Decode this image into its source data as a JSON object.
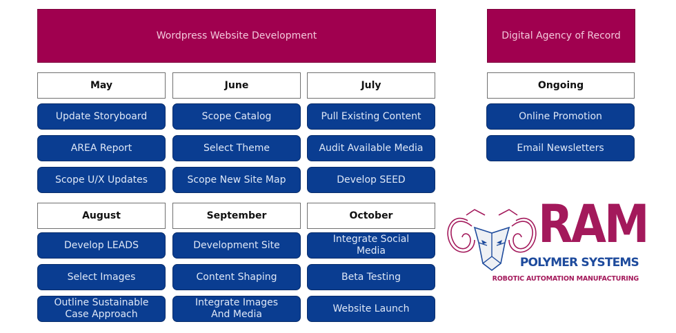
{
  "banners": {
    "main": "Wordpress Website Development",
    "side": "Digital Agency of Record"
  },
  "months": {
    "row1": [
      "May",
      "June",
      "July"
    ],
    "row2": [
      "August",
      "September",
      "October"
    ],
    "ongoing": "Ongoing"
  },
  "tasks": {
    "may": [
      "Update Storyboard",
      "AREA Report",
      "Scope U/X Updates"
    ],
    "june": [
      "Scope Catalog",
      "Select Theme",
      "Scope New Site Map"
    ],
    "july": [
      "Pull Existing Content",
      "Audit Available Media",
      "Develop SEED"
    ],
    "august": [
      "Develop LEADS",
      "Select Images",
      "Outline Sustainable\nCase Approach"
    ],
    "september": [
      "Development Site",
      "Content Shaping",
      "Integrate Images\nAnd Media"
    ],
    "october": [
      "Integrate Social\nMedia",
      "Beta Testing",
      "Website Launch"
    ],
    "ongoing": [
      "Online Promotion",
      "Email Newsletters"
    ]
  },
  "logo": {
    "name": "RAM",
    "subtitle": "POLYMER SYSTEMS",
    "tagline": "ROBOTIC AUTOMATION MANUFACTURING",
    "icon": "ram-head-icon"
  },
  "colors": {
    "banner": "#a0004f",
    "task": "#0a3d91",
    "logo_magenta": "#a3195b",
    "logo_blue": "#1d4a9c"
  }
}
